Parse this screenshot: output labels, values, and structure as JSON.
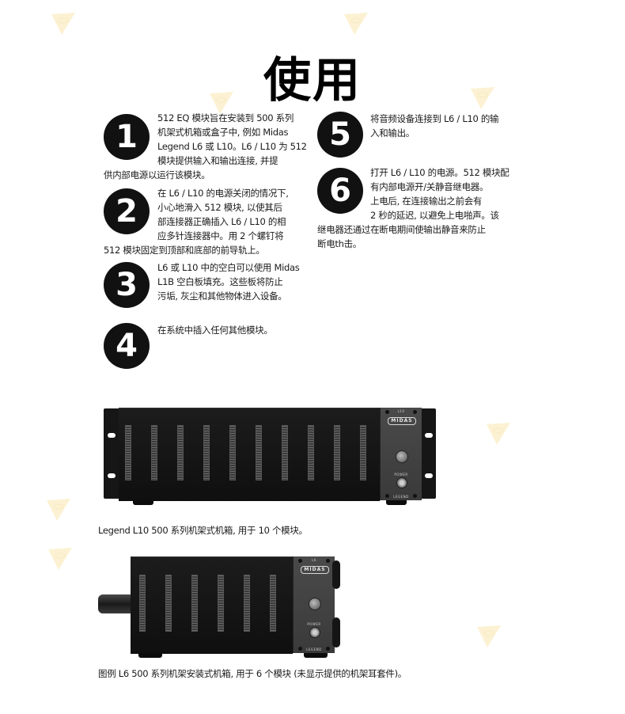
{
  "page": {
    "title": "使用"
  },
  "steps": [
    {
      "number": "1",
      "lines": [
        "512 EQ 模块旨在安装到 500 系列",
        "机架式机箱或盒子中, 例如 Midas",
        "Legend L6 或 L10。L6 / L10 为 512",
        "模块提供输入和输出连接, 并提",
        "供内部电源以运行该模块。"
      ]
    },
    {
      "number": "2",
      "lines": [
        "在 L6 / L10 的电源关闭的情况下,",
        "小心地滑入 512 模块, 以使其后",
        "部连接器正确插入 L6 / L10 的相",
        "应多针连接器中。用 2 个螺钉将",
        "512 模块固定到顶部和底部的前导轨上。"
      ]
    },
    {
      "number": "3",
      "lines": [
        "L6 或 L10 中的空白可以使用 Midas",
        "L1B 空白板填充。这些板将防止",
        "污垢, 灰尘和其他物体进入设备。"
      ]
    },
    {
      "number": "4",
      "lines": [
        "在系统中插入任何其他模块。"
      ]
    },
    {
      "number": "5",
      "lines": [
        "将音频设备连接到 L6 / L10 的输",
        "入和输出。"
      ]
    },
    {
      "number": "6",
      "lines": [
        "打开 L6 / L10 的电源。512 模块配",
        "有内部电源开/关静音继电器。",
        "上电后, 在连接输出之前会有",
        "2 秒的延迟, 以避免上电啪声。该",
        "继电器还通过在断电期间使输出静音来防止",
        "断电th击。"
      ]
    }
  ],
  "figures": {
    "l10": {
      "model_label": "L10",
      "brand_logo": "MIDAS",
      "power_label": "POWER",
      "series_label": "LEGEND",
      "slot_count": 10,
      "caption": "Legend L10 500 系列机架式机箱, 用于 10 个模块。"
    },
    "l6": {
      "model_label": "L6",
      "brand_logo": "MIDAS",
      "power_label": "POWER",
      "series_label": "LEGEND",
      "slot_count": 6,
      "caption": "图例 L6 500 系列机架安装式机箱, 用于 6 个模块 (未显示提供的机架耳套件)。"
    }
  },
  "colors": {
    "badge": "#111111",
    "chassis": "#151515",
    "control_plate": "#424242",
    "watermark": "#fbe9b0"
  }
}
